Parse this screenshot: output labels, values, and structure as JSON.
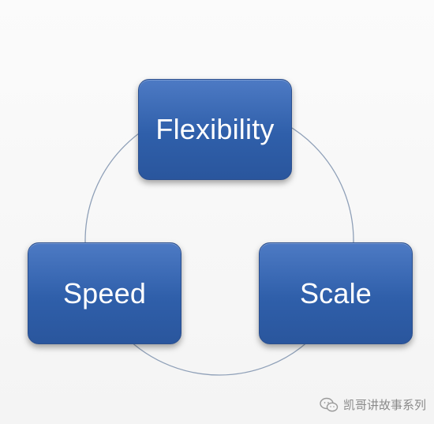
{
  "diagram": {
    "nodes": [
      {
        "id": "flexibility",
        "label": "Flexibility"
      },
      {
        "id": "speed",
        "label": "Speed"
      },
      {
        "id": "scale",
        "label": "Scale"
      }
    ],
    "colors": {
      "box": "#2f5faa",
      "box_text": "#ffffff",
      "connector": "#8fa0b8"
    }
  },
  "watermark": {
    "text": "凯哥讲故事系列",
    "icon": "wechat-icon"
  }
}
